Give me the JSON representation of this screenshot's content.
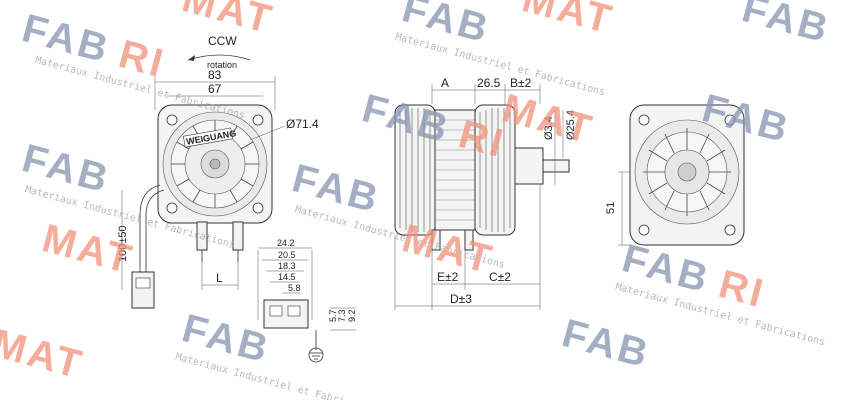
{
  "watermark": {
    "brand_left": "FAB",
    "brand_mid": "RI",
    "brand_right": "MAT",
    "subtitle": "Materiaux Industriel et Fabrications",
    "colors": {
      "fab": "#8795b0",
      "mat": "#f0907a"
    }
  },
  "front_view": {
    "rotation_top": "CCW",
    "rotation_bottom": "rotation",
    "width_outer": "83",
    "width_inner": "67",
    "diameter": "Ø71.4",
    "brand_badge": "WEIGUANG",
    "cable_length": "100±50",
    "shaft_spacing": "L"
  },
  "side_view": {
    "a": "A",
    "dim_26": "26.5",
    "b": "B±2",
    "shaft_d1": "Ø3.4",
    "shaft_d2": "Ø25.4",
    "e": "E±2",
    "c": "C±2",
    "d": "D±3"
  },
  "terminal": {
    "widths": [
      "24.2",
      "20.5",
      "18.3",
      "14.5",
      "5.8"
    ],
    "heights": [
      "5.7",
      "7.3",
      "9.2"
    ]
  },
  "back_view": {
    "height": "51"
  }
}
